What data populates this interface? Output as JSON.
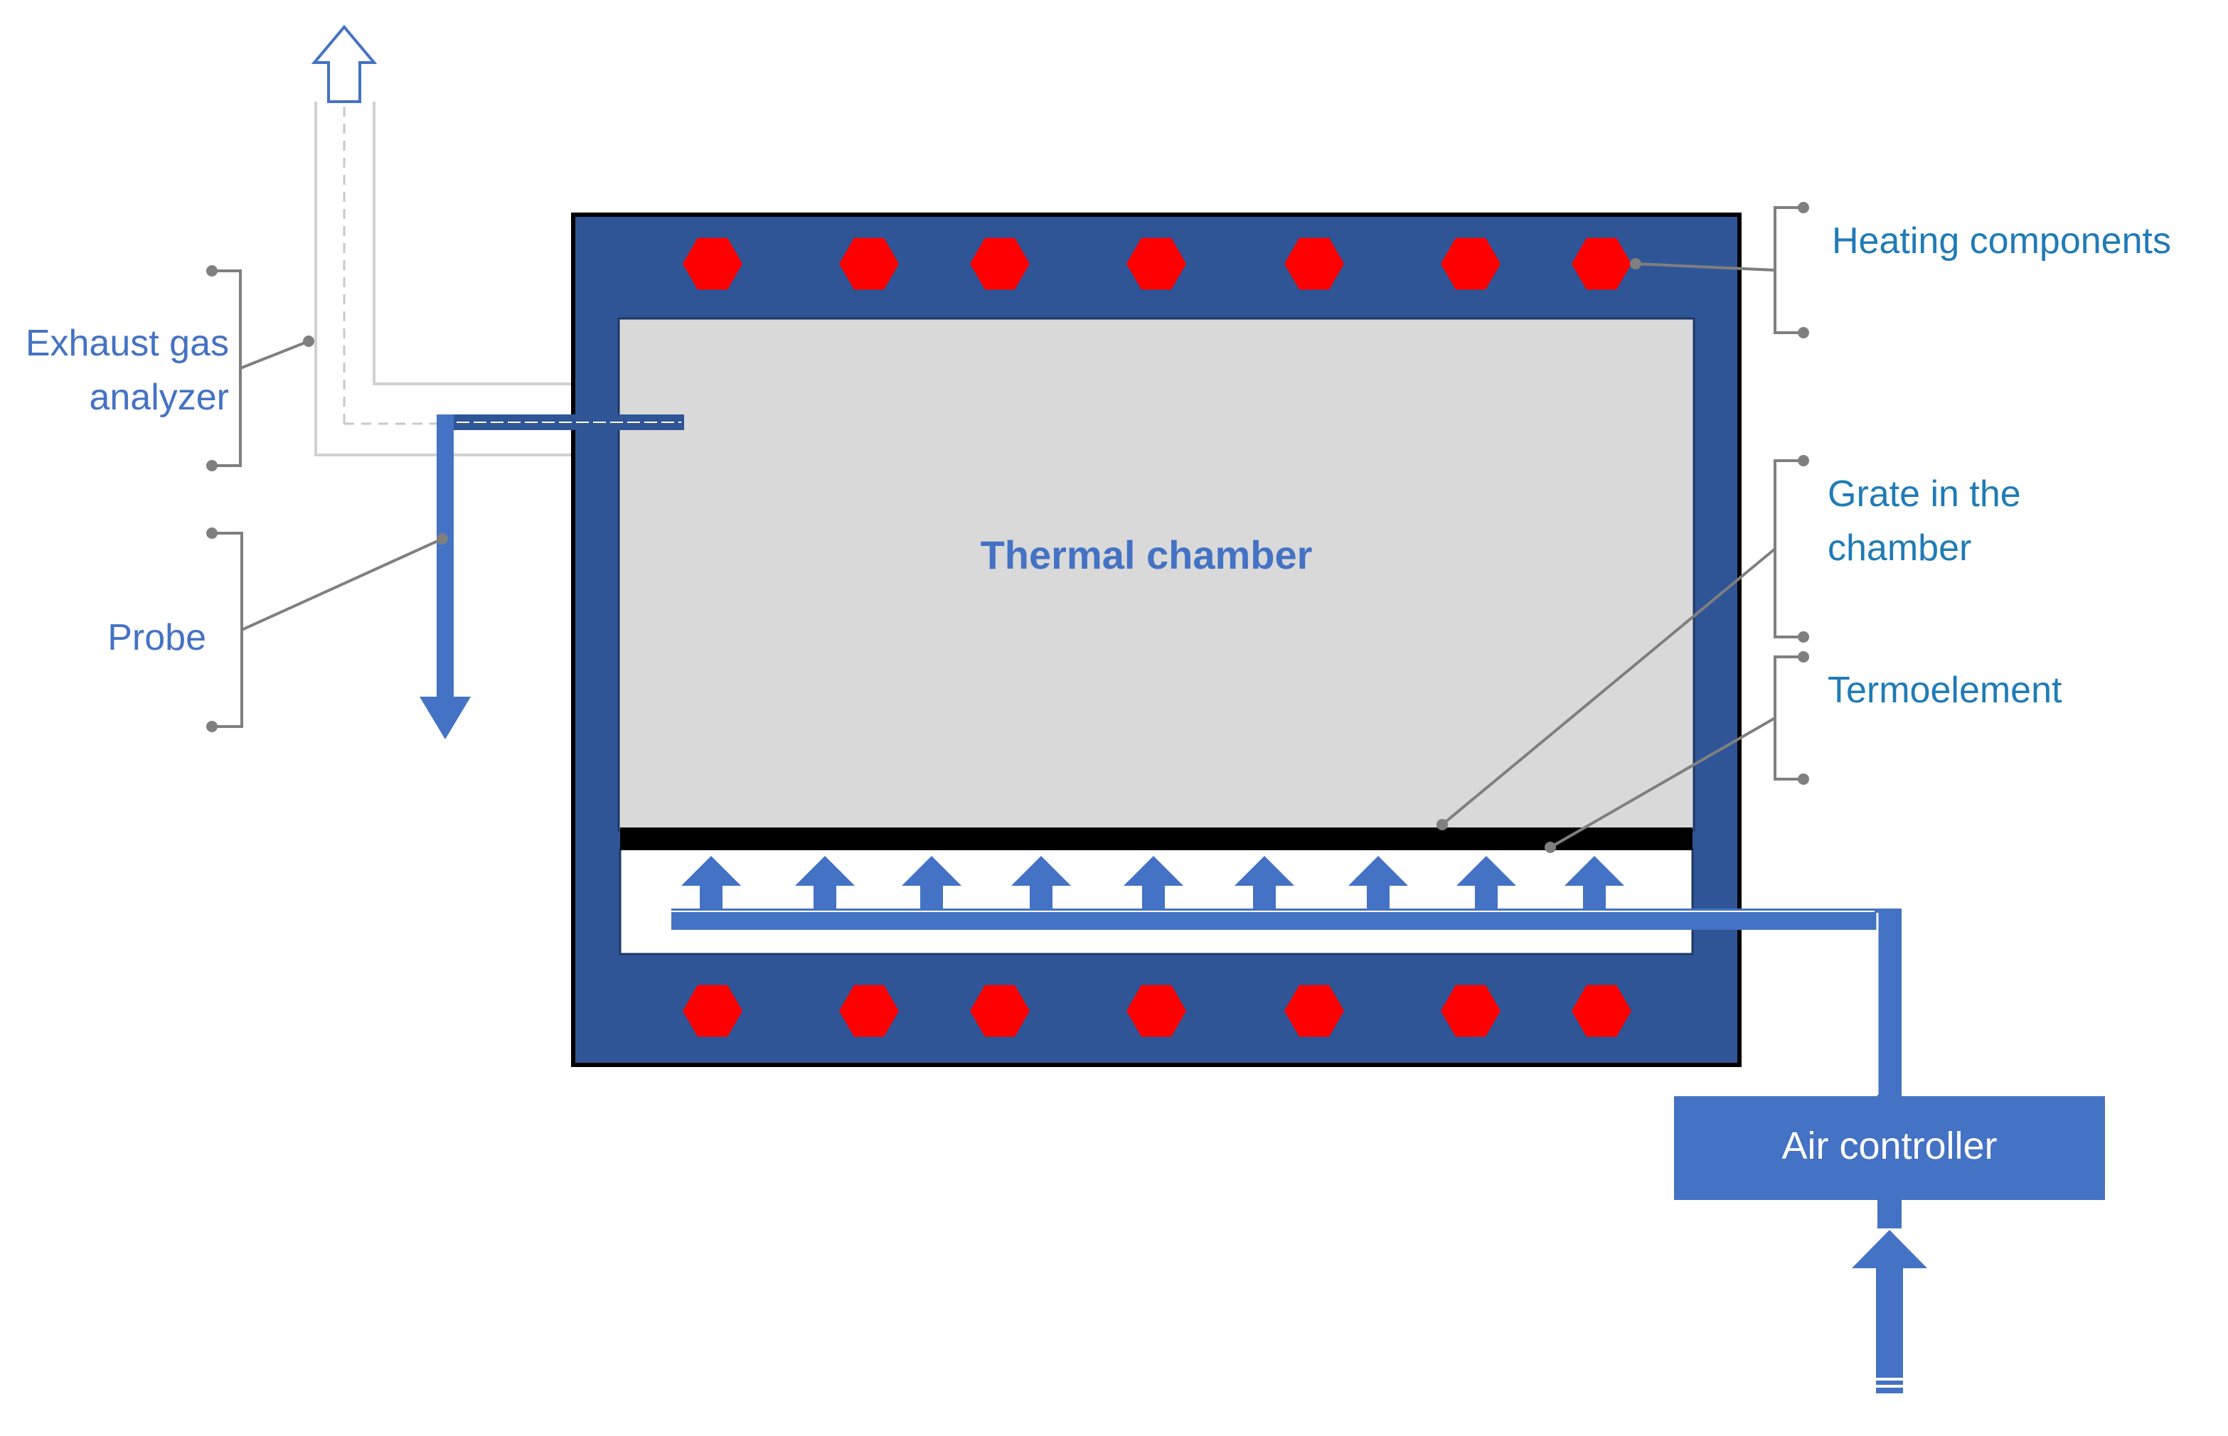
{
  "labels": {
    "exhaust_line1": "Exhaust gas",
    "exhaust_line2": "analyzer",
    "probe": "Probe",
    "heating": "Heating components",
    "grate_line1": "Grate in the",
    "grate_line2": "chamber",
    "thermo": "Termoelement",
    "chamber": "Thermal chamber",
    "controller": "Air controller"
  },
  "colors": {
    "outer_frame": "#2f5597",
    "chamber_fill": "#d9d9d9",
    "heater": "#ff0000",
    "flow_blue": "#4472c4",
    "label_blue": "#4472c4",
    "label_teal": "#1f7bb6",
    "leader": "#7f7f7f",
    "grate": "#000000"
  },
  "components": {
    "heaters_per_row": 7,
    "heater_rows": 2,
    "air_nozzles": 9
  }
}
